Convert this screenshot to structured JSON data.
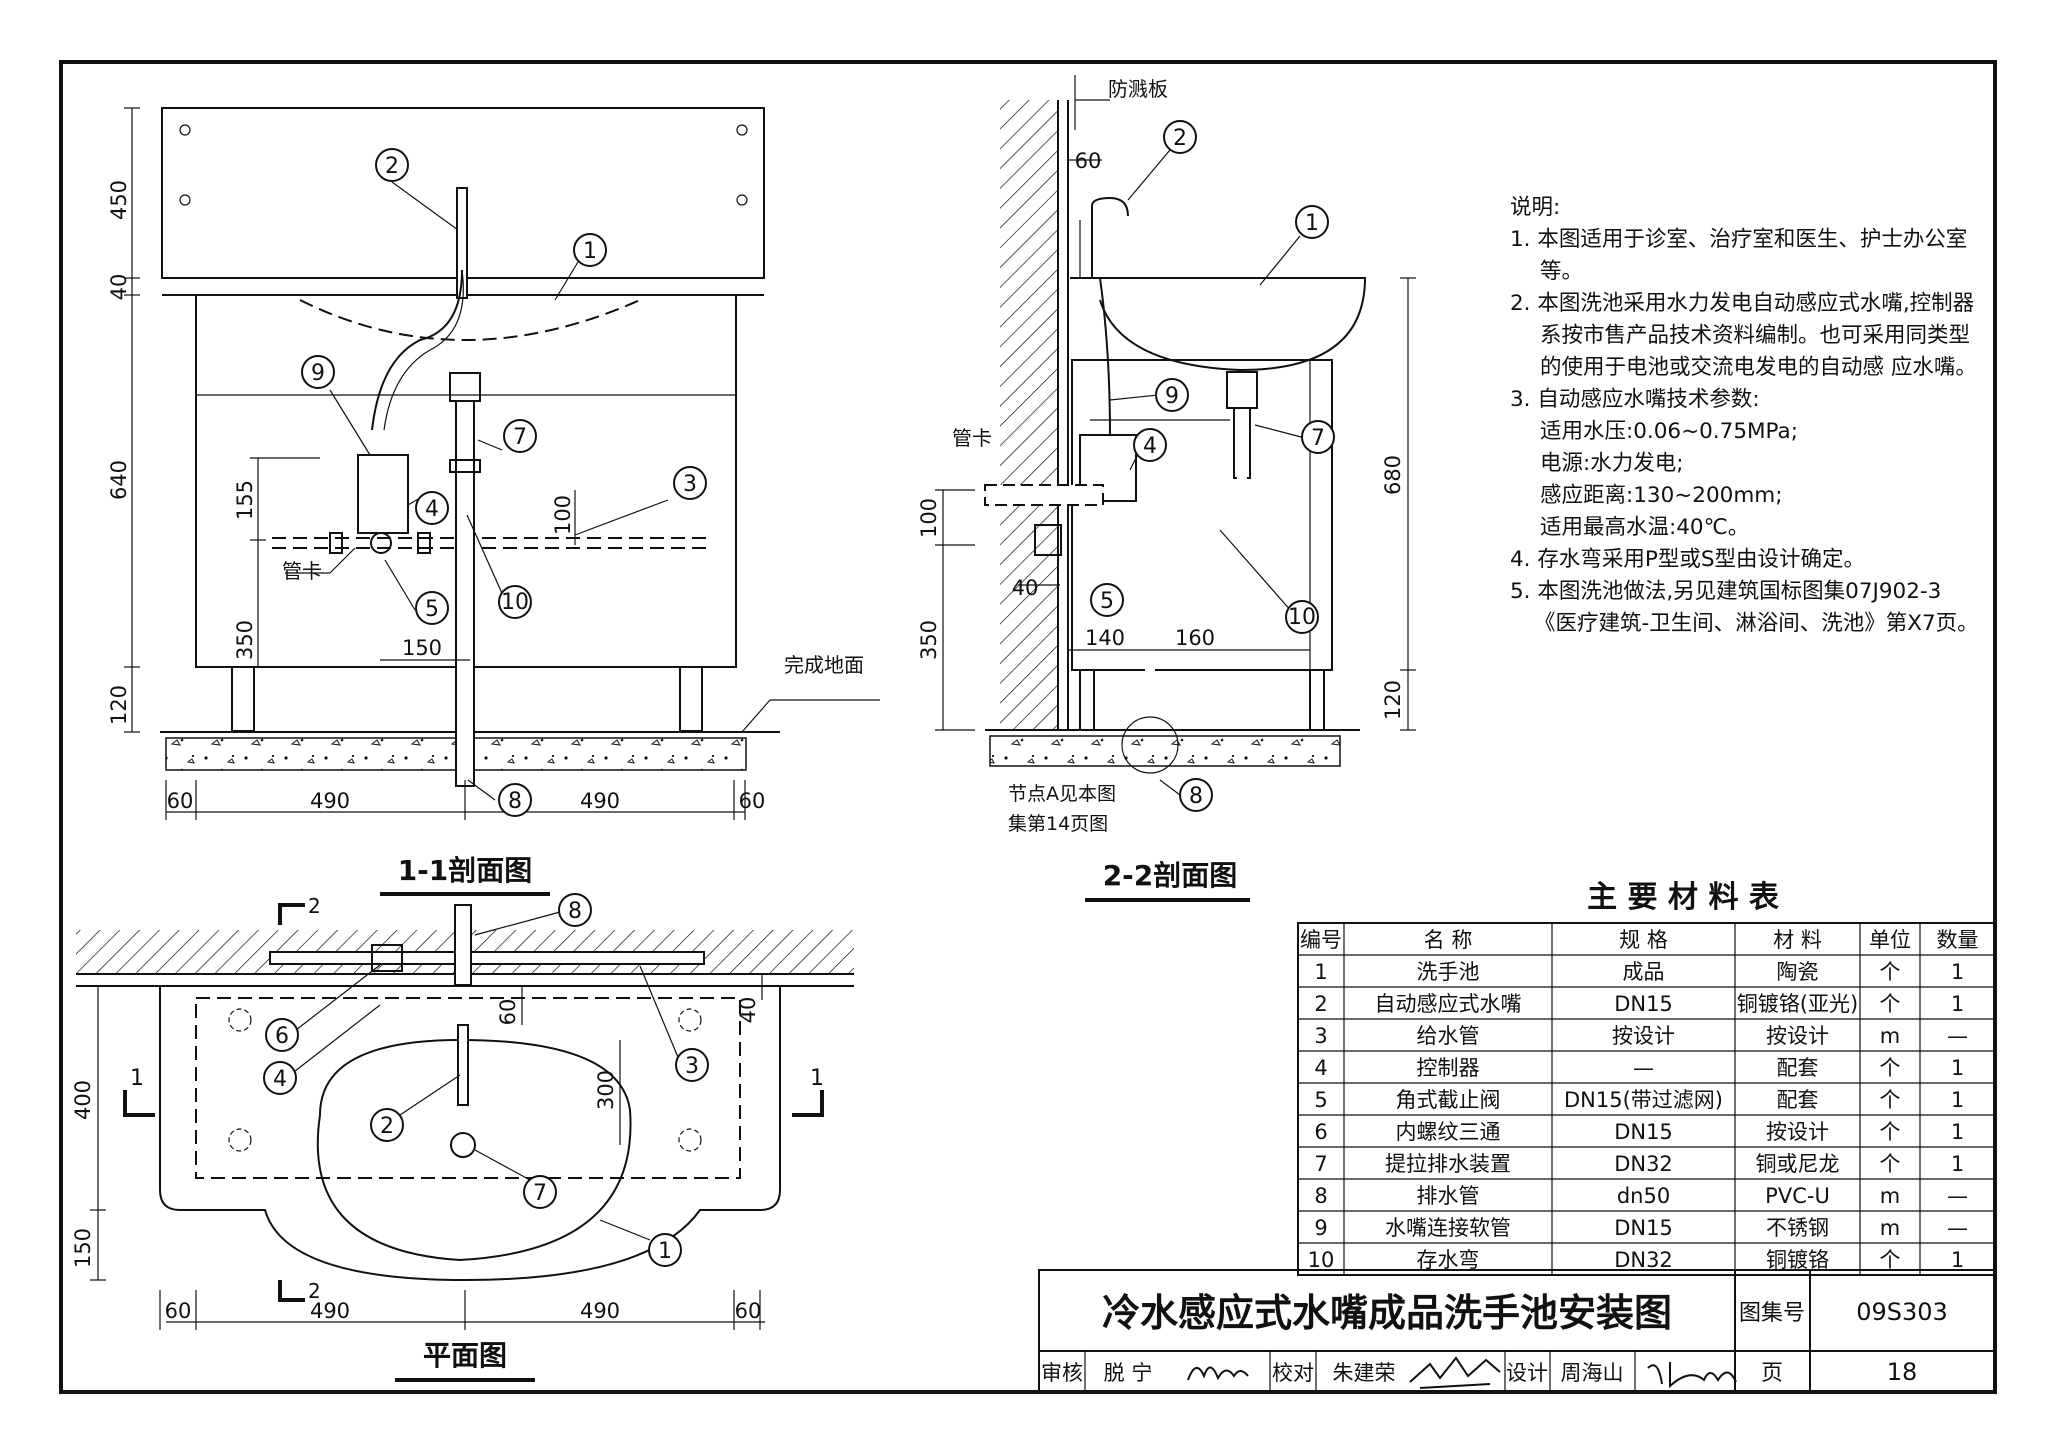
{
  "section_11": {
    "title": "1-1剖面图",
    "finished_floor": "完成地面",
    "pipe_clamp": "管卡",
    "dims": {
      "d450": "450",
      "d40": "40",
      "d640": "640",
      "d155": "155",
      "d100": "100",
      "d350": "350",
      "d120": "120",
      "d150": "150",
      "d60a": "60",
      "d490a": "490",
      "d490b": "490",
      "d60b": "60"
    }
  },
  "section_22": {
    "title": "2-2剖面图",
    "splash_board": "防溅板",
    "pipe_clamp": "管卡",
    "node_ref_1": "节点A见本图",
    "node_ref_2": "集第14页图",
    "dims": {
      "d60": "60",
      "d680": "680",
      "d100": "100",
      "d40": "40",
      "d350": "350",
      "d120": "120",
      "d140": "140",
      "d160": "160"
    }
  },
  "plan": {
    "title": "平面图",
    "cut_1": "1",
    "cut_2": "2",
    "dims": {
      "d60": "60",
      "d40": "40",
      "d300": "300",
      "d400": "400",
      "d150": "150",
      "d60a": "60",
      "d490a": "490",
      "d490b": "490",
      "d60b": "60"
    }
  },
  "callouts": [
    "1",
    "2",
    "3",
    "4",
    "5",
    "6",
    "7",
    "8",
    "9",
    "10"
  ],
  "notes": {
    "heading": "说明:",
    "n1a": "1. 本图适用于诊室、治疗室和医生、护士办公室",
    "n1b": "等。",
    "n2a": "2. 本图洗池采用水力发电自动感应式水嘴,控制器",
    "n2b": "系按市售产品技术资料编制。也可采用同类型",
    "n2c": "的使用于电池或交流电发电的自动感  应水嘴。",
    "n3": "3. 自动感应水嘴技术参数:",
    "p1": "适用水压:0.06~0.75MPa;",
    "p2": "电源:水力发电;",
    "p3": "感应距离:130~200mm;",
    "p4": "适用最高水温:40℃。",
    "n4": "4. 存水弯采用P型或S型由设计确定。",
    "n5a": "5. 本图洗池做法,另见建筑国标图集07J902-3",
    "n5b": "《医疗建筑-卫生间、淋浴间、洗池》第X7页。"
  },
  "table": {
    "title": "主 要 材 料 表",
    "headers": [
      "编号",
      "名  称",
      "规  格",
      "材  料",
      "单位",
      "数量"
    ],
    "rows": [
      [
        "1",
        "洗手池",
        "成品",
        "陶瓷",
        "个",
        "1"
      ],
      [
        "2",
        "自动感应式水嘴",
        "DN15",
        "铜镀铬(亚光)",
        "个",
        "1"
      ],
      [
        "3",
        "给水管",
        "按设计",
        "按设计",
        "m",
        "—"
      ],
      [
        "4",
        "控制器",
        "—",
        "配套",
        "个",
        "1"
      ],
      [
        "5",
        "角式截止阀",
        "DN15(带过滤网)",
        "配套",
        "个",
        "1"
      ],
      [
        "6",
        "内螺纹三通",
        "DN15",
        "按设计",
        "个",
        "1"
      ],
      [
        "7",
        "提拉排水装置",
        "DN32",
        "铜或尼龙",
        "个",
        "1"
      ],
      [
        "8",
        "排水管",
        "dn50",
        "PVC-U",
        "m",
        "—"
      ],
      [
        "9",
        "水嘴连接软管",
        "DN15",
        "不锈钢",
        "m",
        "—"
      ],
      [
        "10",
        "存水弯",
        "DN32",
        "铜镀铬",
        "个",
        "1"
      ]
    ]
  },
  "title_block": {
    "title": "冷水感应式水嘴成品洗手池安装图",
    "atlas_label": "图集号",
    "atlas_no": "09S303",
    "review_label": "审核",
    "reviewer": "脱 宁",
    "check_label": "校对",
    "checker": "朱建荣",
    "design_label": "设计",
    "designer": "周海山",
    "page_label": "页",
    "page_no": "18"
  }
}
